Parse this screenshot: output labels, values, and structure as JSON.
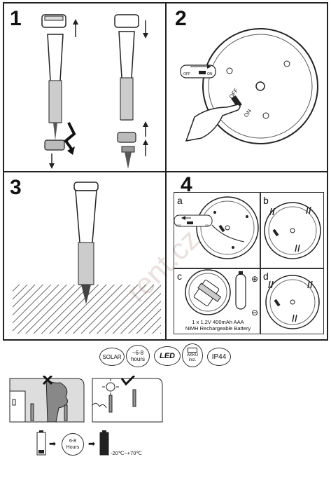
{
  "steps": {
    "step1": "1",
    "step2": "2",
    "step3": "3",
    "step4": "4"
  },
  "step2_switch": {
    "off": "OFF",
    "on": "ON"
  },
  "step4": {
    "sub_a": "a",
    "sub_b": "b",
    "sub_c": "c",
    "sub_d": "d",
    "battery_line1": "1 x 1.2V 400mAh AAA",
    "battery_line2": "NiMH Rechargeable Battery",
    "plus": "⊕",
    "minus": "⊖",
    "off": "OFF",
    "on": "ON"
  },
  "badges": {
    "solar": "SOLAR",
    "hours_top": "~6-8",
    "hours_bottom": "hours",
    "led": "LED",
    "akku_top": "AKKU",
    "akku_bottom": "incl.",
    "ip": "IP44"
  },
  "charging": {
    "hours_top": "6-8",
    "hours_bottom": "Hours",
    "temp_range": "-20℃~+70℃"
  },
  "watermark": "rent.cz"
}
